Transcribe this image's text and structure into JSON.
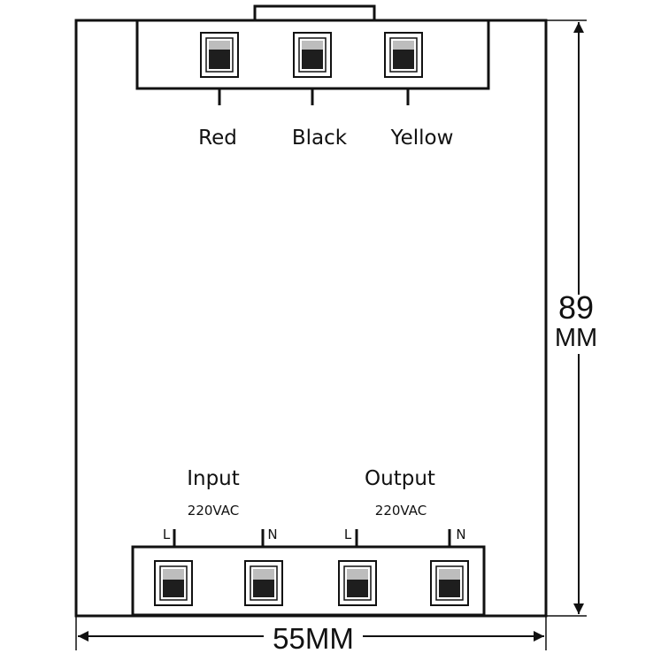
{
  "top_terminals": {
    "labels": [
      "Red",
      "Black",
      "Yellow"
    ]
  },
  "bottom_terminals": {
    "input": {
      "title": "Input",
      "voltage": "220VAC",
      "pins": [
        "L",
        "N"
      ]
    },
    "output": {
      "title": "Output",
      "voltage": "220VAC",
      "pins": [
        "L",
        "N"
      ]
    }
  },
  "dimensions": {
    "height_value": "89",
    "height_unit": "MM",
    "width": "55MM"
  }
}
